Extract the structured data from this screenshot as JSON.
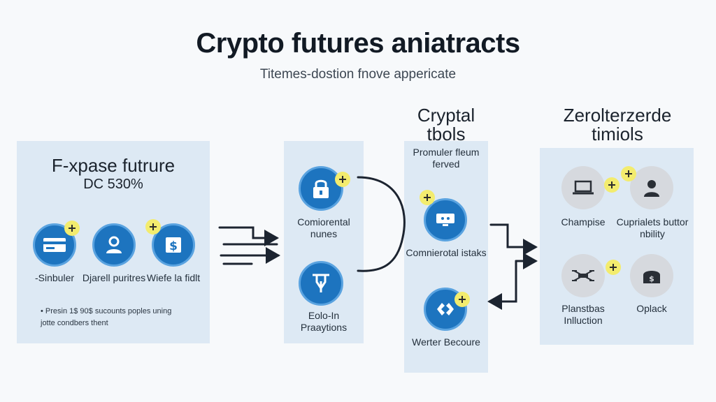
{
  "header": {
    "title": "Crypto futures aniatracts",
    "subtitle": "Titemes-dostion fnove appericate"
  },
  "panel_left": {
    "heading": "F-xpase futrure",
    "value": "DC 530%",
    "items": [
      {
        "label": "-Sinbuler",
        "icon": "card-icon"
      },
      {
        "label": "Djarell puritres",
        "icon": "user-icon"
      },
      {
        "label": "Wiefe la fidlt",
        "icon": "dollar-icon"
      }
    ],
    "note_line1": "• Presin 1$ 90$ sucounts poples uning",
    "note_line2": "jotte condbers thent"
  },
  "panel_mid": {
    "items": [
      {
        "label": "Comiorental nunes",
        "icon": "lock-icon"
      },
      {
        "label": "Eolo-In Praaytions",
        "icon": "filter-icon"
      }
    ]
  },
  "panel_tools": {
    "heading": "Cryptal tbols",
    "subheading": "Promuler fleum ferved",
    "items": [
      {
        "label": "Comnierotal istaks",
        "icon": "monitor-icon"
      },
      {
        "label": "Werter Becoure",
        "icon": "diamond-icon"
      }
    ]
  },
  "panel_right": {
    "heading": "Zerolterzerde timiols",
    "items": [
      {
        "label": "Champise",
        "icon": "laptop-icon"
      },
      {
        "label": "Cuprialets buttor nbility",
        "icon": "person-icon"
      },
      {
        "label": "Planstbas Inlluction",
        "icon": "drone-icon"
      },
      {
        "label": "Oplack",
        "icon": "vault-icon"
      }
    ]
  },
  "colors": {
    "accent": "#1d74bf",
    "panel": "#dde9f4",
    "highlight": "#f3ec6e",
    "gray_icon": "#d6d9de"
  }
}
